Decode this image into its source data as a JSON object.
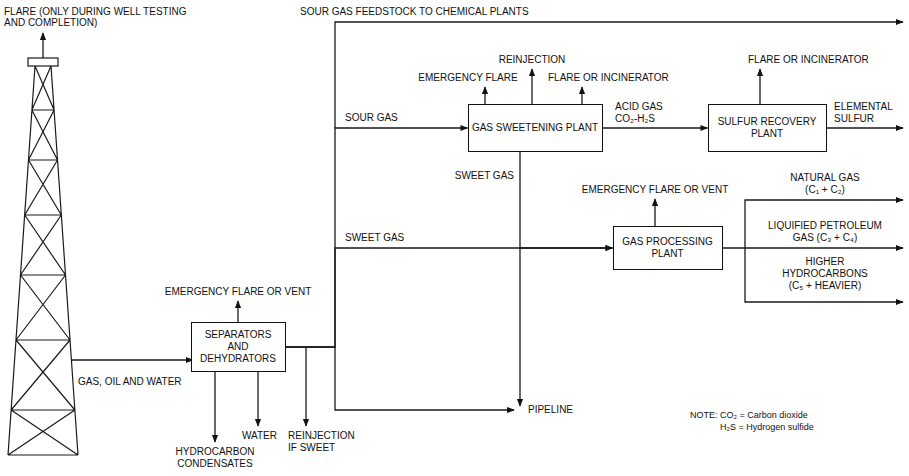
{
  "diagram": {
    "nodes": [
      {
        "text": [
          "SEPARATORS AND DEHYDRATORS"
        ]
      },
      {
        "text": [
          "GAS SWEETENING PLANT"
        ]
      },
      {
        "text": [
          "SULFUR RECOVERY PLANT"
        ]
      },
      {
        "text": [
          "GAS PROCESSING PLANT"
        ]
      }
    ],
    "edges": [
      {
        "from": 0,
        "to": 1,
        "label": "SOUR GAS",
        "arrow": "to"
      },
      {
        "from": 0,
        "to": 3,
        "label": "SWEET GAS",
        "arrow": "to"
      },
      {
        "from": 1,
        "to": 2,
        "label": "ACID GAS CO₂-H₂S",
        "arrow": "to"
      },
      {
        "from": 1,
        "to": 3,
        "arrow": "to"
      }
    ],
    "labels": [
      "FLARE (ONLY DURING WELL TESTING AND COMPLETION)",
      "SOUR GAS FEEDSTOCK TO CHEMICAL PLANTS",
      "REINJECTION",
      "EMERGENCY FLARE",
      "FLARE OR INCINERATOR",
      "FLARE OR INCINERATOR",
      "ELEMENTAL SULFUR",
      "SWEET GAS",
      "EMERGENCY FLARE OR VENT",
      "NATURAL GAS (C₁ + C₂)",
      "LIQUIFIED PETROLEUM GAS (C₃ + C₄)",
      "HIGHER HYDROCARBONS (C₅ + HEAVIER)",
      "EMERGENCY FLARE OR VENT",
      "GAS, OIL AND WATER",
      "HYDROCARBON CONDENSATES",
      "WATER",
      "REINJECTION IF SWEET",
      "PIPELINE",
      "NOTE: CO₂ = Carbon dioxide",
      "H₂S = Hydrogen sulfide"
    ]
  }
}
